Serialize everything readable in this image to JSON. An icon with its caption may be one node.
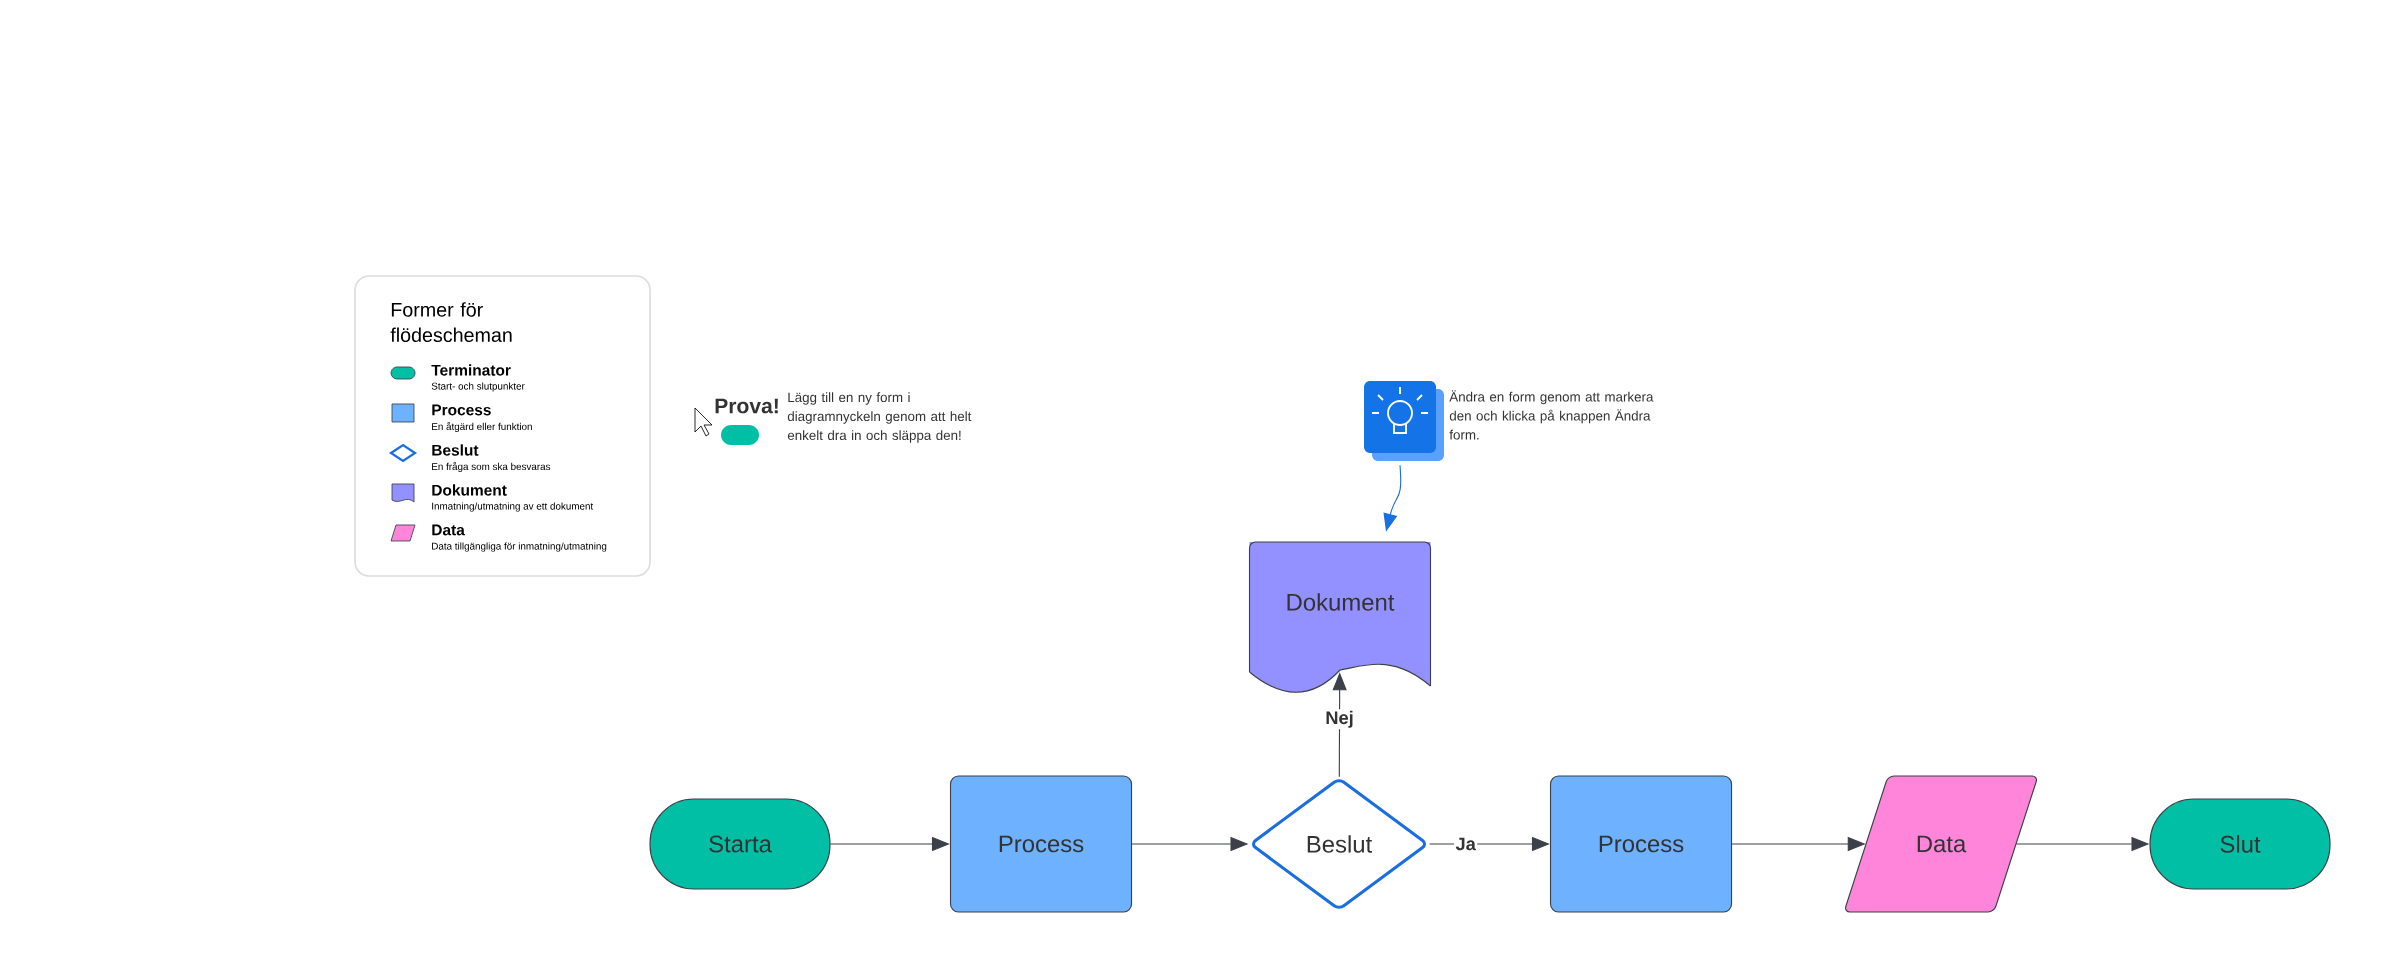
{
  "diagram": {
    "nodes": [
      {
        "text": [
          "Starta"
        ]
      },
      {
        "text": [
          "Process"
        ]
      },
      {
        "text": [
          "Beslut"
        ]
      },
      {
        "text": [
          "Dokument"
        ]
      },
      {
        "text": [
          "Process"
        ]
      },
      {
        "text": [
          "Data"
        ]
      },
      {
        "text": [
          "Slut"
        ]
      },
      {
        "text": [],
        "shape": "picture"
      }
    ],
    "edges": [
      {
        "from": 0,
        "to": 1,
        "arrow": "to"
      },
      {
        "from": 1,
        "to": 2,
        "arrow": "to"
      },
      {
        "from": 2,
        "to": 4,
        "arrow": "to",
        "label": "Ja"
      },
      {
        "from": 2,
        "to": 3,
        "arrow": "to",
        "label": "Nej"
      },
      {
        "from": 4,
        "to": 5,
        "arrow": "to"
      },
      {
        "from": 5,
        "to": 6,
        "arrow": "to"
      },
      {
        "from": 7,
        "to": 3,
        "arrow": "to",
        "color": "#1a6fe0"
      }
    ],
    "labels": [
      "Former för flödescheman",
      "Start- och slutpunkter",
      "En åtgärd eller funktion",
      "En fråga som ska besvaras",
      "Inmatning/utmatning av ett dokument",
      "Data tillgängliga för inmatning/utmatning",
      "Prova!",
      "Lägg till en ny form i diagramnyckeln genom att helt enkelt dra in och släppa den!",
      "Ändra en form genom att markera den och klicka på knappen Ändra form."
    ],
    "legend": [
      {
        "text": "Terminator",
        "color": "#00bfa5"
      },
      {
        "text": "Process",
        "color": "#6db1ff"
      },
      {
        "text": "Beslut",
        "color": "#1a6fe0"
      },
      {
        "text": "Dokument",
        "color": "#9391ff"
      },
      {
        "text": "Data",
        "color": "#ff85db"
      }
    ]
  }
}
